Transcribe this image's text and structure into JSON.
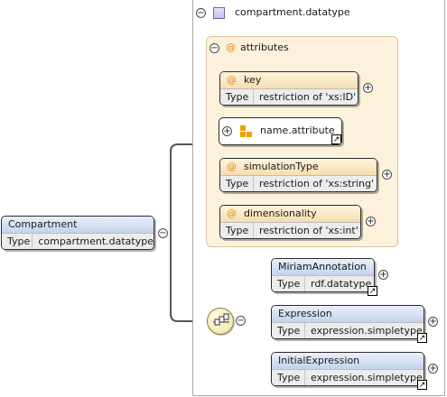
{
  "root": {
    "name": "Compartment",
    "type_key": "Type",
    "type_value": "compartment.datatype"
  },
  "complex_type": {
    "name": "compartment.datatype",
    "attributes_group": {
      "label": "attributes",
      "items": [
        {
          "name": "key",
          "type_key": "Type",
          "type_value": "restriction of 'xs:ID'"
        },
        {
          "name": "name.attribute",
          "kind": "attribute-group-reference"
        },
        {
          "name": "simulationType",
          "type_key": "Type",
          "type_value": "restriction of 'xs:string'"
        },
        {
          "name": "dimensionality",
          "type_key": "Type",
          "type_value": "restriction of 'xs:int'"
        }
      ]
    },
    "children": [
      {
        "name": "MiriamAnnotation",
        "type_key": "Type",
        "type_value": "rdf.datatype"
      },
      {
        "name": "Expression",
        "type_key": "Type",
        "type_value": "expression.simpletype"
      },
      {
        "name": "InitialExpression",
        "type_key": "Type",
        "type_value": "expression.simpletype"
      }
    ]
  },
  "symbols": {
    "attribute_marker": "@",
    "expand": "+",
    "collapse": "−",
    "reference": "↗"
  },
  "colors": {
    "element_header": "#c3d3ec",
    "attribute_header": "#f6ddb0",
    "attribute_panel": "#fdf1dc",
    "connector": "#555555"
  }
}
